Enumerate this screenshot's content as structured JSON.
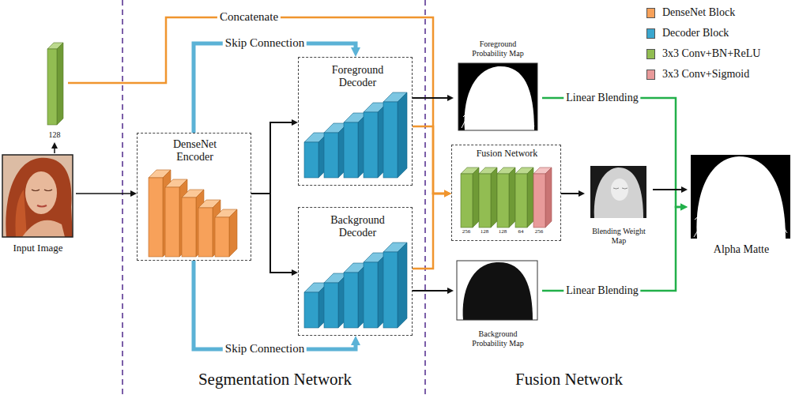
{
  "diagram": {
    "nodes": [
      {
        "text": [
          "Input Image"
        ]
      },
      {
        "text": [
          "128"
        ]
      },
      {
        "text": [
          "DenseNet Encoder"
        ]
      },
      {
        "text": [
          "Foreground Decoder"
        ]
      },
      {
        "text": [
          "Background Decoder"
        ]
      },
      {
        "text": [
          "Foreground Probability Map"
        ]
      },
      {
        "text": [
          "Fusion Network"
        ]
      },
      {
        "text": [
          "Blending Weight Map"
        ]
      },
      {
        "text": [
          "Background Probability Map"
        ]
      },
      {
        "text": [
          "Alpha Matte"
        ]
      }
    ],
    "edges": [
      {
        "from": 0,
        "to": 2,
        "arrow": "to"
      },
      {
        "from": 0,
        "to": 1,
        "arrow": "to"
      },
      {
        "from": 1,
        "to": 6,
        "label": "Concatenate",
        "arrow": "to"
      },
      {
        "from": 2,
        "to": 3,
        "arrow": "to"
      },
      {
        "from": 2,
        "to": 4,
        "arrow": "to"
      },
      {
        "from": 2,
        "to": 3,
        "label": "Skip Connection",
        "arrow": "to"
      },
      {
        "from": 2,
        "to": 4,
        "label": "Skip Connection",
        "arrow": "to"
      },
      {
        "from": 3,
        "to": 5,
        "arrow": "to"
      },
      {
        "from": 3,
        "to": 6,
        "arrow": "to"
      },
      {
        "from": 4,
        "to": 6,
        "arrow": "to"
      },
      {
        "from": 4,
        "to": 8,
        "arrow": "to"
      },
      {
        "from": 6,
        "to": 7,
        "arrow": "to"
      },
      {
        "from": 5,
        "to": 9,
        "label": "Linear Blending",
        "arrow": "to"
      },
      {
        "from": 8,
        "to": 9,
        "label": "Linear Blending",
        "arrow": "to"
      },
      {
        "from": 7,
        "to": 9,
        "arrow": "to"
      }
    ],
    "labels": [
      "Segmentation Network",
      "Fusion Network",
      "256",
      "128",
      "128",
      "64",
      "256"
    ],
    "legend": [
      {
        "text": "DenseNet Block",
        "color": "#f7a15a"
      },
      {
        "text": "Decoder Block",
        "color": "#3ba7cf"
      },
      {
        "text": "3x3 Conv+BN+ReLU",
        "color": "#92bd52"
      },
      {
        "text": "3x3 Conv+Sigmoid",
        "color": "#e89a9a"
      }
    ]
  }
}
